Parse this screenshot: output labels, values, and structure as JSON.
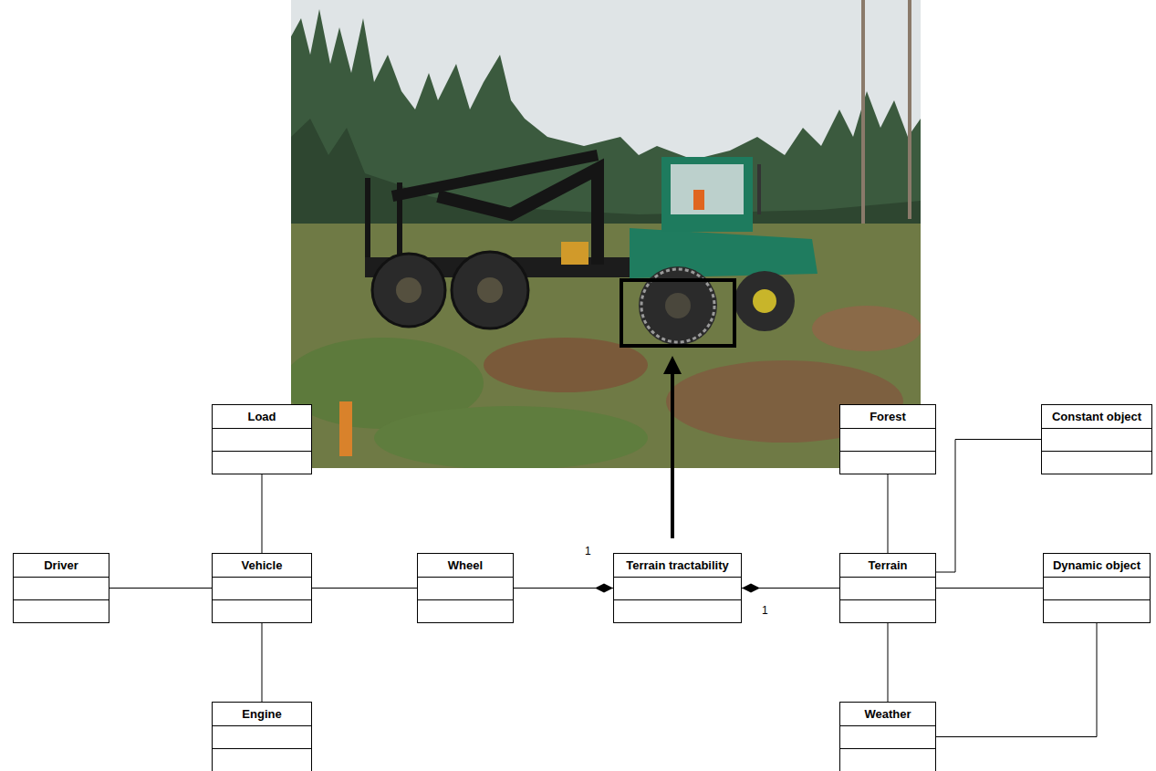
{
  "diagram": {
    "nodes": [
      {
        "text": [
          "Load"
        ]
      },
      {
        "text": [
          "Forest"
        ]
      },
      {
        "text": [
          "Constant object"
        ]
      },
      {
        "text": [
          "Driver"
        ]
      },
      {
        "text": [
          "Vehicle"
        ]
      },
      {
        "text": [
          "Wheel"
        ]
      },
      {
        "text": [
          "Terrain tractability"
        ]
      },
      {
        "text": [
          "Terrain"
        ]
      },
      {
        "text": [
          "Dynamic object"
        ]
      },
      {
        "text": [
          "Engine"
        ]
      },
      {
        "text": [
          "Weather"
        ]
      }
    ],
    "edges": [
      {
        "from": 0,
        "to": 4,
        "arrow": "none"
      },
      {
        "from": 3,
        "to": 4,
        "arrow": "none"
      },
      {
        "from": 4,
        "to": 5,
        "arrow": "none"
      },
      {
        "from": 4,
        "to": 9,
        "arrow": "none"
      },
      {
        "from": 5,
        "to": 6,
        "arrow": "to"
      },
      {
        "from": 7,
        "to": 6,
        "arrow": "to"
      },
      {
        "from": 1,
        "to": 7,
        "arrow": "none"
      },
      {
        "from": 7,
        "to": 2,
        "arrow": "none"
      },
      {
        "from": 7,
        "to": 8,
        "arrow": "none"
      },
      {
        "from": 7,
        "to": 10,
        "arrow": "none"
      },
      {
        "from": 10,
        "to": 8,
        "arrow": "none"
      }
    ],
    "labels": [
      "1",
      "1"
    ]
  }
}
